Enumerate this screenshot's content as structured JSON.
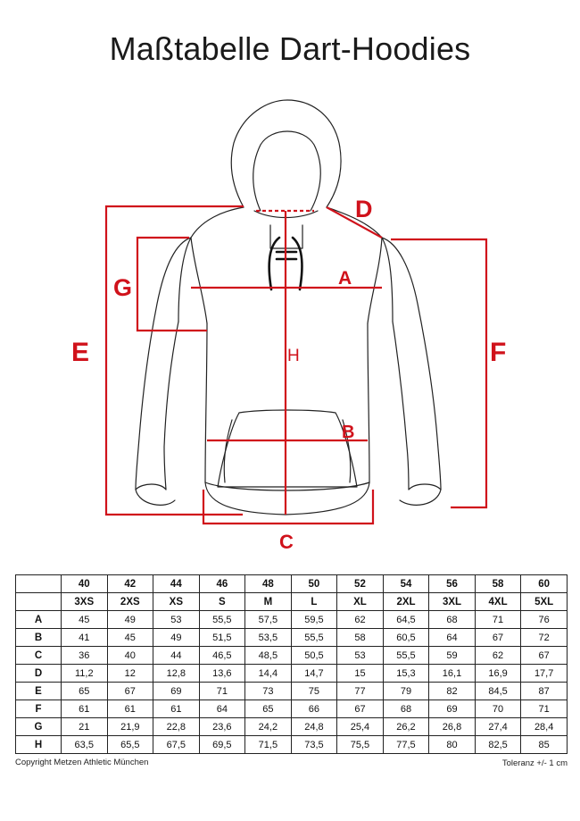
{
  "title": "Maßtabelle Dart-Hoodies",
  "labels": {
    "A": "A",
    "B": "B",
    "C": "C",
    "D": "D",
    "E": "E",
    "F": "F",
    "G": "G",
    "H": "H"
  },
  "colors": {
    "accent": "#d0121b",
    "outline": "#222222"
  },
  "table": {
    "sizes_numeric": [
      "40",
      "42",
      "44",
      "46",
      "48",
      "50",
      "52",
      "54",
      "56",
      "58",
      "60"
    ],
    "sizes_letter": [
      "3XS",
      "2XS",
      "XS",
      "S",
      "M",
      "L",
      "XL",
      "2XL",
      "3XL",
      "4XL",
      "5XL"
    ],
    "rows": [
      {
        "label": "A",
        "values": [
          "45",
          "49",
          "53",
          "55,5",
          "57,5",
          "59,5",
          "62",
          "64,5",
          "68",
          "71",
          "76"
        ]
      },
      {
        "label": "B",
        "values": [
          "41",
          "45",
          "49",
          "51,5",
          "53,5",
          "55,5",
          "58",
          "60,5",
          "64",
          "67",
          "72"
        ]
      },
      {
        "label": "C",
        "values": [
          "36",
          "40",
          "44",
          "46,5",
          "48,5",
          "50,5",
          "53",
          "55,5",
          "59",
          "62",
          "67"
        ]
      },
      {
        "label": "D",
        "values": [
          "11,2",
          "12",
          "12,8",
          "13,6",
          "14,4",
          "14,7",
          "15",
          "15,3",
          "16,1",
          "16,9",
          "17,7"
        ]
      },
      {
        "label": "E",
        "values": [
          "65",
          "67",
          "69",
          "71",
          "73",
          "75",
          "77",
          "79",
          "82",
          "84,5",
          "87"
        ]
      },
      {
        "label": "F",
        "values": [
          "61",
          "61",
          "61",
          "64",
          "65",
          "66",
          "67",
          "68",
          "69",
          "70",
          "71"
        ]
      },
      {
        "label": "G",
        "values": [
          "21",
          "21,9",
          "22,8",
          "23,6",
          "24,2",
          "24,8",
          "25,4",
          "26,2",
          "26,8",
          "27,4",
          "28,4"
        ]
      },
      {
        "label": "H",
        "values": [
          "63,5",
          "65,5",
          "67,5",
          "69,5",
          "71,5",
          "73,5",
          "75,5",
          "77,5",
          "80",
          "82,5",
          "85"
        ]
      }
    ]
  },
  "footer": {
    "copyright": "Copyright Metzen Athletic München",
    "tolerance": "Toleranz +/- 1 cm"
  }
}
